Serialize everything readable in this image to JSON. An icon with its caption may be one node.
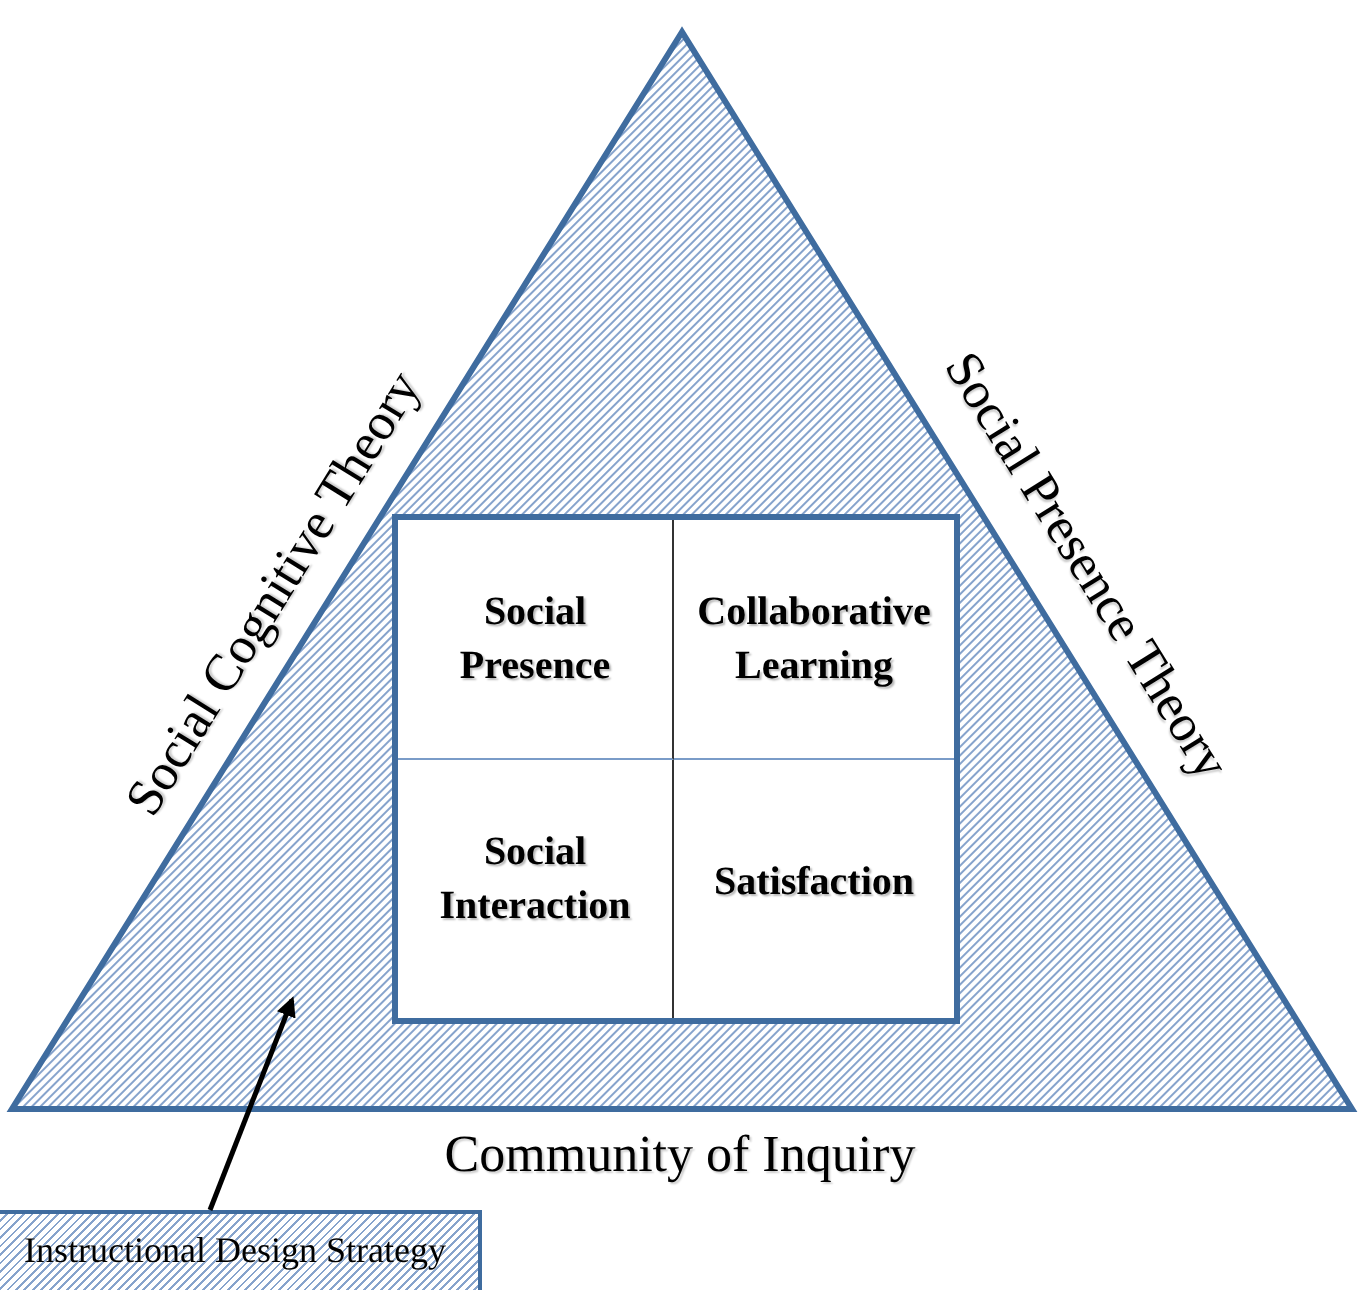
{
  "diagram": {
    "nodes": [
      {
        "text": [],
        "shape": "triangle",
        "beside": [
          "Social Cognitive Theory",
          "Social Presence Theory",
          "Community of Inquiry"
        ]
      },
      {
        "text": [],
        "shape": "box",
        "in": 0
      },
      {
        "text": [
          "Social Presence"
        ],
        "in": 1
      },
      {
        "text": [
          "Collaborative Learning"
        ],
        "in": 1
      },
      {
        "text": [
          "Social Interaction"
        ],
        "in": 1
      },
      {
        "text": [
          "Satisfaction"
        ],
        "in": 1
      },
      {
        "text": [
          "Instructional Design Strategy"
        ]
      }
    ],
    "edges": [
      {
        "from": 6,
        "to": 0,
        "arrow": "to"
      }
    ]
  }
}
